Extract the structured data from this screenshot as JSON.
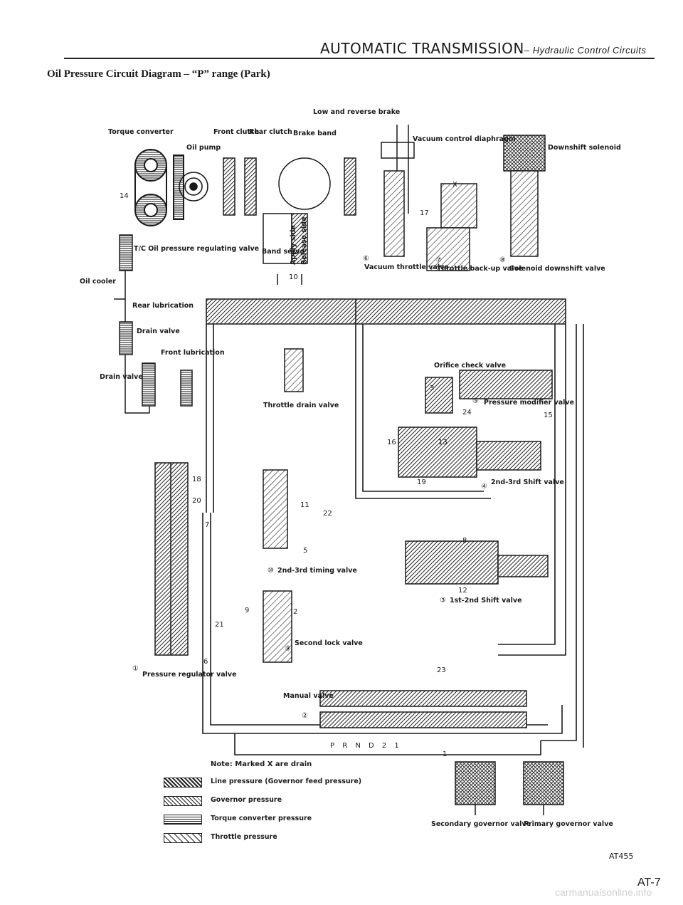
{
  "header": {
    "title": "AUTOMATIC TRANSMISSION",
    "subtitle": "– Hydraulic Control Circuits"
  },
  "page_subtitle": "Oil Pressure Circuit Diagram – “P” range (Park)",
  "components": {
    "torque_converter": "Torque converter",
    "front_clutch": "Front clutch",
    "rear_clutch": "Rear clutch",
    "brake_band": "Brake band",
    "low_reverse_brake": "Low and reverse brake",
    "oil_pump": "Oil pump",
    "vacuum_control": "Vacuum control diaphragm",
    "downshift_solenoid": "Downshift solenoid",
    "tc_valve": "T/C Oil pressure regulating valve",
    "oil_cooler": "Oil cooler",
    "rear_lube": "Rear lubrication",
    "drain_valve_1": "Drain valve",
    "drain_valve_2": "Drain valve",
    "front_lube": "Front lubrication",
    "band_servo": "Band servo",
    "apply_side": "Apply side",
    "release_side": "Release side",
    "vacuum_throttle": "Vacuum throttle valve",
    "throttle_backup": "Throttle back-up valve",
    "solenoid_downshift": "Solenoid downshift valve",
    "orifice_check": "Orifice check valve",
    "pressure_modifier": "Pressure modifier valve",
    "throttle_drain": "Throttle drain valve",
    "shift_23": "2nd-3rd Shift valve",
    "timing_23": "2nd-3rd timing valve",
    "shift_12": "1st-2nd Shift valve",
    "second_lock": "Second lock valve",
    "pressure_regulator": "Pressure regulator valve",
    "manual_valve": "Manual valve",
    "secondary_gov": "Secondary governor valve",
    "primary_gov": "Primary governor valve"
  },
  "valve_numbers": [
    "①",
    "②",
    "③",
    "④",
    "⑤",
    "⑥",
    "⑦",
    "⑧",
    "⑨",
    "⑩"
  ],
  "range_letters": "P R N D 2 1",
  "line_numbers": [
    "1",
    "2",
    "3",
    "5",
    "6",
    "7",
    "8",
    "9",
    "10",
    "11",
    "12",
    "13",
    "14",
    "15",
    "16",
    "17",
    "18",
    "19",
    "20",
    "21",
    "22",
    "23",
    "24",
    "X"
  ],
  "note": "Note: Marked X are drain",
  "legend": [
    {
      "label": "Line pressure (Governor feed pressure)",
      "pattern": "dense-diag"
    },
    {
      "label": "Governor pressure",
      "pattern": "cross"
    },
    {
      "label": "Torque converter pressure",
      "pattern": "horiz"
    },
    {
      "label": "Throttle pressure",
      "pattern": "wide-diag"
    }
  ],
  "figure_id": "AT455",
  "page_number": "AT-7",
  "watermark": "carmanualsonline.info",
  "colors": {
    "ink": "#1a1a1a",
    "paper": "#ffffff"
  }
}
